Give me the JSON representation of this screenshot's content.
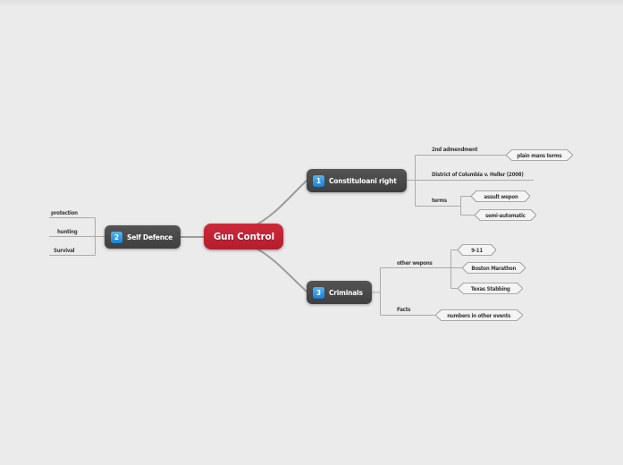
{
  "mindmap": {
    "root": {
      "label": "Gun Control"
    },
    "branches": [
      {
        "badge": "2",
        "label": "Self Defence",
        "children": [
          {
            "label": "protection"
          },
          {
            "label": "hunting"
          },
          {
            "label": "Survival"
          }
        ]
      },
      {
        "badge": "1",
        "label": "Constituloani right",
        "children": [
          {
            "label": "2nd admendment",
            "children": [
              {
                "label": "plain mans terms"
              }
            ]
          },
          {
            "label": "District of Columbia v. Heller (2008)"
          },
          {
            "label": "terms",
            "children": [
              {
                "label": "assult wepon"
              },
              {
                "label": "semi-automatic"
              }
            ]
          }
        ]
      },
      {
        "badge": "3",
        "label": "Criminals",
        "children": [
          {
            "label": "other wepons",
            "children": [
              {
                "label": "9-11"
              },
              {
                "label": "Boston Marathon"
              },
              {
                "label": "Texas Stabbing"
              }
            ]
          },
          {
            "label": "Facts",
            "children": [
              {
                "label": "numbers in other events"
              }
            ]
          }
        ]
      }
    ]
  },
  "theme": {
    "canvas_background": "#ebebeb",
    "root_node_color": "#c5212f",
    "branch_node_color": "#4a4a4a",
    "badge_color": "#2196f3",
    "branch_line_color": "#9c9c9c",
    "child_line_color": "#ababab",
    "hexagon_fill": "#f4f4f4",
    "hexagon_border": "#9e9e9e",
    "label_text_color": "#3a3a3a"
  }
}
